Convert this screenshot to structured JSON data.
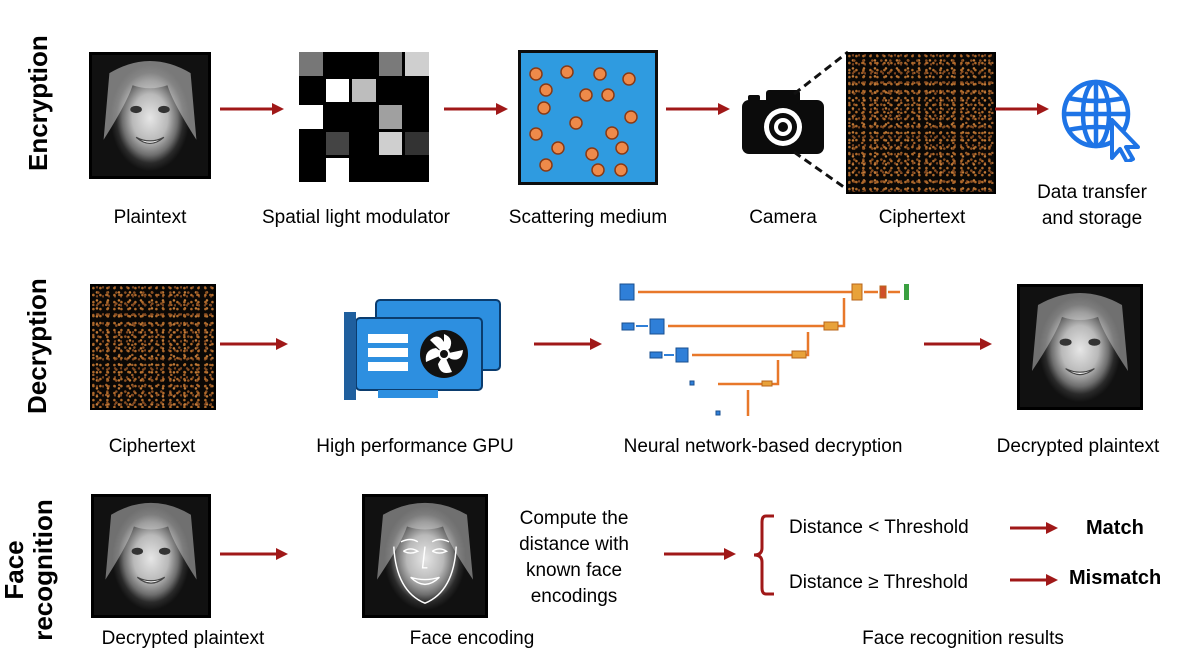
{
  "rows": {
    "encryption": "Encryption",
    "decryption": "Decryption",
    "face_recognition_line1": "Face",
    "face_recognition_line2": "recognition"
  },
  "encryption": {
    "plaintext": "Plaintext",
    "slm": "Spatial light modulator",
    "scattering": "Scattering medium",
    "camera": "Camera",
    "ciphertext": "Ciphertext",
    "transfer_line1": "Data transfer",
    "transfer_line2": "and storage"
  },
  "decryption": {
    "ciphertext": "Ciphertext",
    "gpu": "High performance GPU",
    "network": "Neural network-based decryption",
    "decrypted": "Decrypted plaintext"
  },
  "recognition": {
    "decrypted": "Decrypted plaintext",
    "encoding": "Face encoding",
    "compute_line1": "Compute the",
    "compute_line2": "distance with",
    "compute_line3": "known face",
    "compute_line4": "encodings",
    "cond_less": "Distance < Threshold",
    "cond_geq": "Distance ≥ Threshold",
    "match": "Match",
    "mismatch": "Mismatch",
    "results": "Face recognition results"
  },
  "colors": {
    "arrow": "#a01818",
    "scatter_bg": "#2f9be0",
    "particle": "#ee8a4a",
    "gpu_blue": "#2d8fe0",
    "net_blue": "#2f7fd8",
    "net_orange": "#e8782a",
    "globe_blue": "#1e74e6"
  },
  "icons": {
    "camera": "camera-icon",
    "globe": "globe-cursor-icon",
    "gpu": "gpu-card-icon"
  }
}
